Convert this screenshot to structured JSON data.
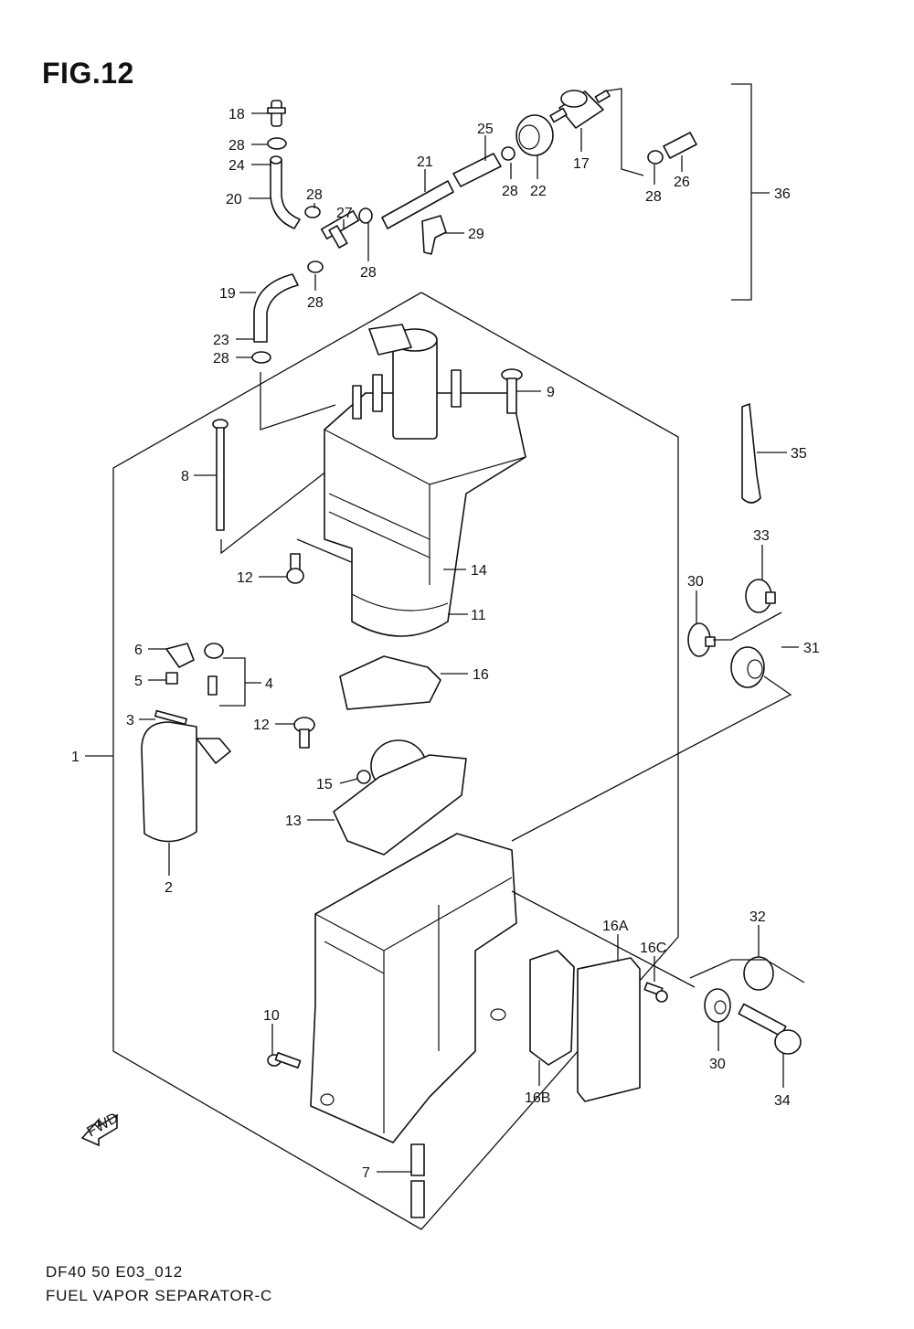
{
  "figure_title": "FIG.12",
  "footer": {
    "code": "DF40 50 E03_012",
    "name": "FUEL VAPOR SEPARATOR-C"
  },
  "fwd_label": "FWD",
  "callouts": [
    {
      "id": "c18",
      "text": "18"
    },
    {
      "id": "c28a",
      "text": "28"
    },
    {
      "id": "c24",
      "text": "24"
    },
    {
      "id": "c20",
      "text": "20"
    },
    {
      "id": "c28b",
      "text": "28"
    },
    {
      "id": "c27",
      "text": "27"
    },
    {
      "id": "c21",
      "text": "21"
    },
    {
      "id": "c25",
      "text": "25"
    },
    {
      "id": "c28c",
      "text": "28"
    },
    {
      "id": "c22",
      "text": "22"
    },
    {
      "id": "c17",
      "text": "17"
    },
    {
      "id": "c28d",
      "text": "28"
    },
    {
      "id": "c26",
      "text": "26"
    },
    {
      "id": "c36",
      "text": "36"
    },
    {
      "id": "c29",
      "text": "29"
    },
    {
      "id": "c28e",
      "text": "28"
    },
    {
      "id": "c28f",
      "text": "28"
    },
    {
      "id": "c19",
      "text": "19"
    },
    {
      "id": "c23",
      "text": "23"
    },
    {
      "id": "c28g",
      "text": "28"
    },
    {
      "id": "c9",
      "text": "9"
    },
    {
      "id": "c35",
      "text": "35"
    },
    {
      "id": "c8",
      "text": "8"
    },
    {
      "id": "c12a",
      "text": "12"
    },
    {
      "id": "c14",
      "text": "14"
    },
    {
      "id": "c11",
      "text": "11"
    },
    {
      "id": "c33",
      "text": "33"
    },
    {
      "id": "c30a",
      "text": "30"
    },
    {
      "id": "c31",
      "text": "31"
    },
    {
      "id": "c6",
      "text": "6"
    },
    {
      "id": "c5",
      "text": "5"
    },
    {
      "id": "c4",
      "text": "4"
    },
    {
      "id": "c16",
      "text": "16"
    },
    {
      "id": "c3",
      "text": "3"
    },
    {
      "id": "c12b",
      "text": "12"
    },
    {
      "id": "c1",
      "text": "1"
    },
    {
      "id": "c15",
      "text": "15"
    },
    {
      "id": "c13",
      "text": "13"
    },
    {
      "id": "c2",
      "text": "2"
    },
    {
      "id": "c32",
      "text": "32"
    },
    {
      "id": "c16a",
      "text": "16A"
    },
    {
      "id": "c16c",
      "text": "16C"
    },
    {
      "id": "c10",
      "text": "10"
    },
    {
      "id": "c30b",
      "text": "30"
    },
    {
      "id": "c34",
      "text": "34"
    },
    {
      "id": "c16b",
      "text": "16B"
    },
    {
      "id": "c7",
      "text": "7"
    }
  ]
}
